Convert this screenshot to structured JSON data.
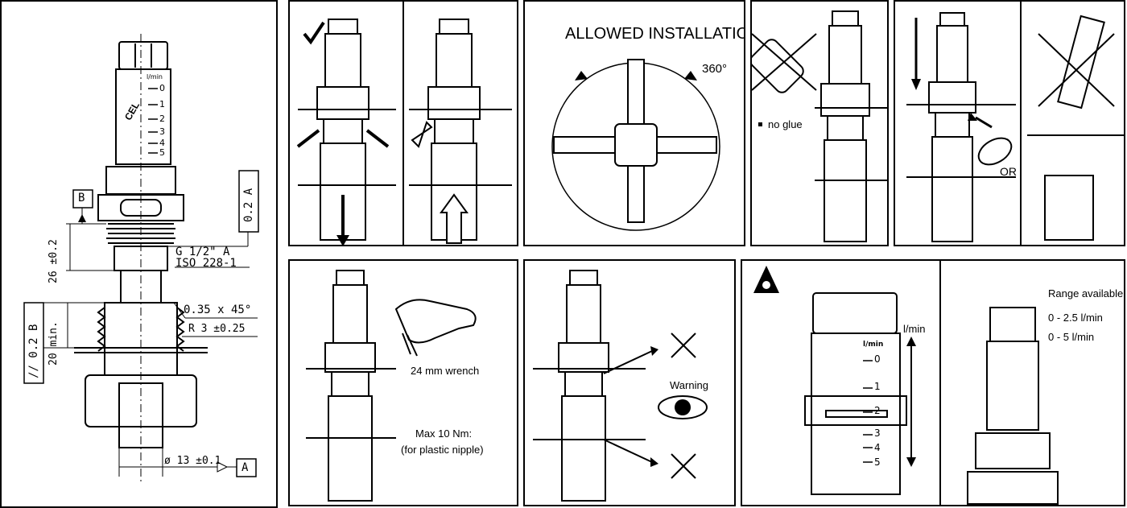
{
  "drawing": {
    "datum_b": "B",
    "datum_a": "A",
    "tolerance_frame_top": "0.2 A",
    "tolerance_frame_left": "// 0.2 B",
    "thread_spec_line1": "G 1/2\" A",
    "thread_spec_line2": "ISO 228-1",
    "dim_26": "26 ±0.2",
    "dim_20": "20 min.",
    "chamfer": "0.35 x 45°",
    "radius": "R 3 ±0.25",
    "diameter": "ø 13 ±0.1",
    "scale_unit": "l/min",
    "scale_ticks": [
      "0",
      "1",
      "2",
      "3",
      "4",
      "5"
    ],
    "brand": "CEL"
  },
  "panels": {
    "allowed_installation": {
      "title": "ALLOWED INSTALLATION",
      "rotation": "360°"
    },
    "no_glue": {
      "label": "no glue"
    },
    "or_panel": {
      "label": "OR"
    },
    "wrench": {
      "wrench_label": "24 mm wrench",
      "torque_line1": "Max 10 Nm:",
      "torque_line2": "(for plastic nipple)"
    },
    "warning": {
      "label": "Warning"
    },
    "scale": {
      "unit": "l/min",
      "ticks": [
        "0",
        "1",
        "2",
        "3",
        "4",
        "5"
      ]
    },
    "range": {
      "title": "Range available:",
      "line1": "0 - 2.5 l/min",
      "line2": "0 - 5 l/min"
    }
  },
  "colors": {
    "ink": "#000000",
    "paper": "#ffffff"
  }
}
